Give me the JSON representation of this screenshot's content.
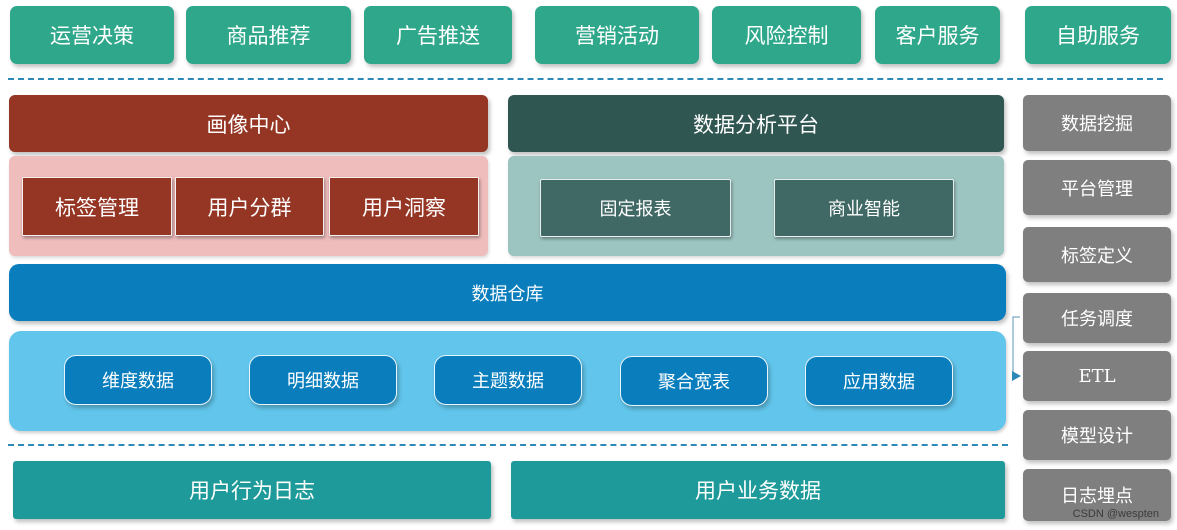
{
  "applications": [
    "运营决策",
    "商品推荐",
    "广告推送",
    "营销活动",
    "风险控制",
    "客户服务",
    "自助服务"
  ],
  "profile_center": {
    "title": "画像中心",
    "items": [
      "标签管理",
      "用户分群",
      "用户洞察"
    ]
  },
  "analysis_platform": {
    "title": "数据分析平台",
    "items": [
      "固定报表",
      "商业智能"
    ]
  },
  "data_warehouse": {
    "title": "数据仓库",
    "layers": [
      "维度数据",
      "明细数据",
      "主题数据",
      "聚合宽表",
      "应用数据"
    ]
  },
  "data_sources": [
    "用户行为日志",
    "用户业务数据"
  ],
  "management": [
    "数据挖掘",
    "平台管理",
    "标签定义",
    "任务调度",
    "ETL",
    "模型设计",
    "日志埋点"
  ],
  "watermark": "CSDN @wespten",
  "colors": {
    "app_green": "#2fa78a",
    "profile_red": "#953524",
    "profile_bg": "#f0bdbd",
    "analysis_dark": "#2f5650",
    "analysis_bg": "#9cc4c1",
    "warehouse_blue": "#0a7ebd",
    "warehouse_bg": "#62c6ec",
    "source_teal": "#1f9a9a",
    "side_gray": "#7f7f7f",
    "dash_blue": "#2d8ab8"
  }
}
